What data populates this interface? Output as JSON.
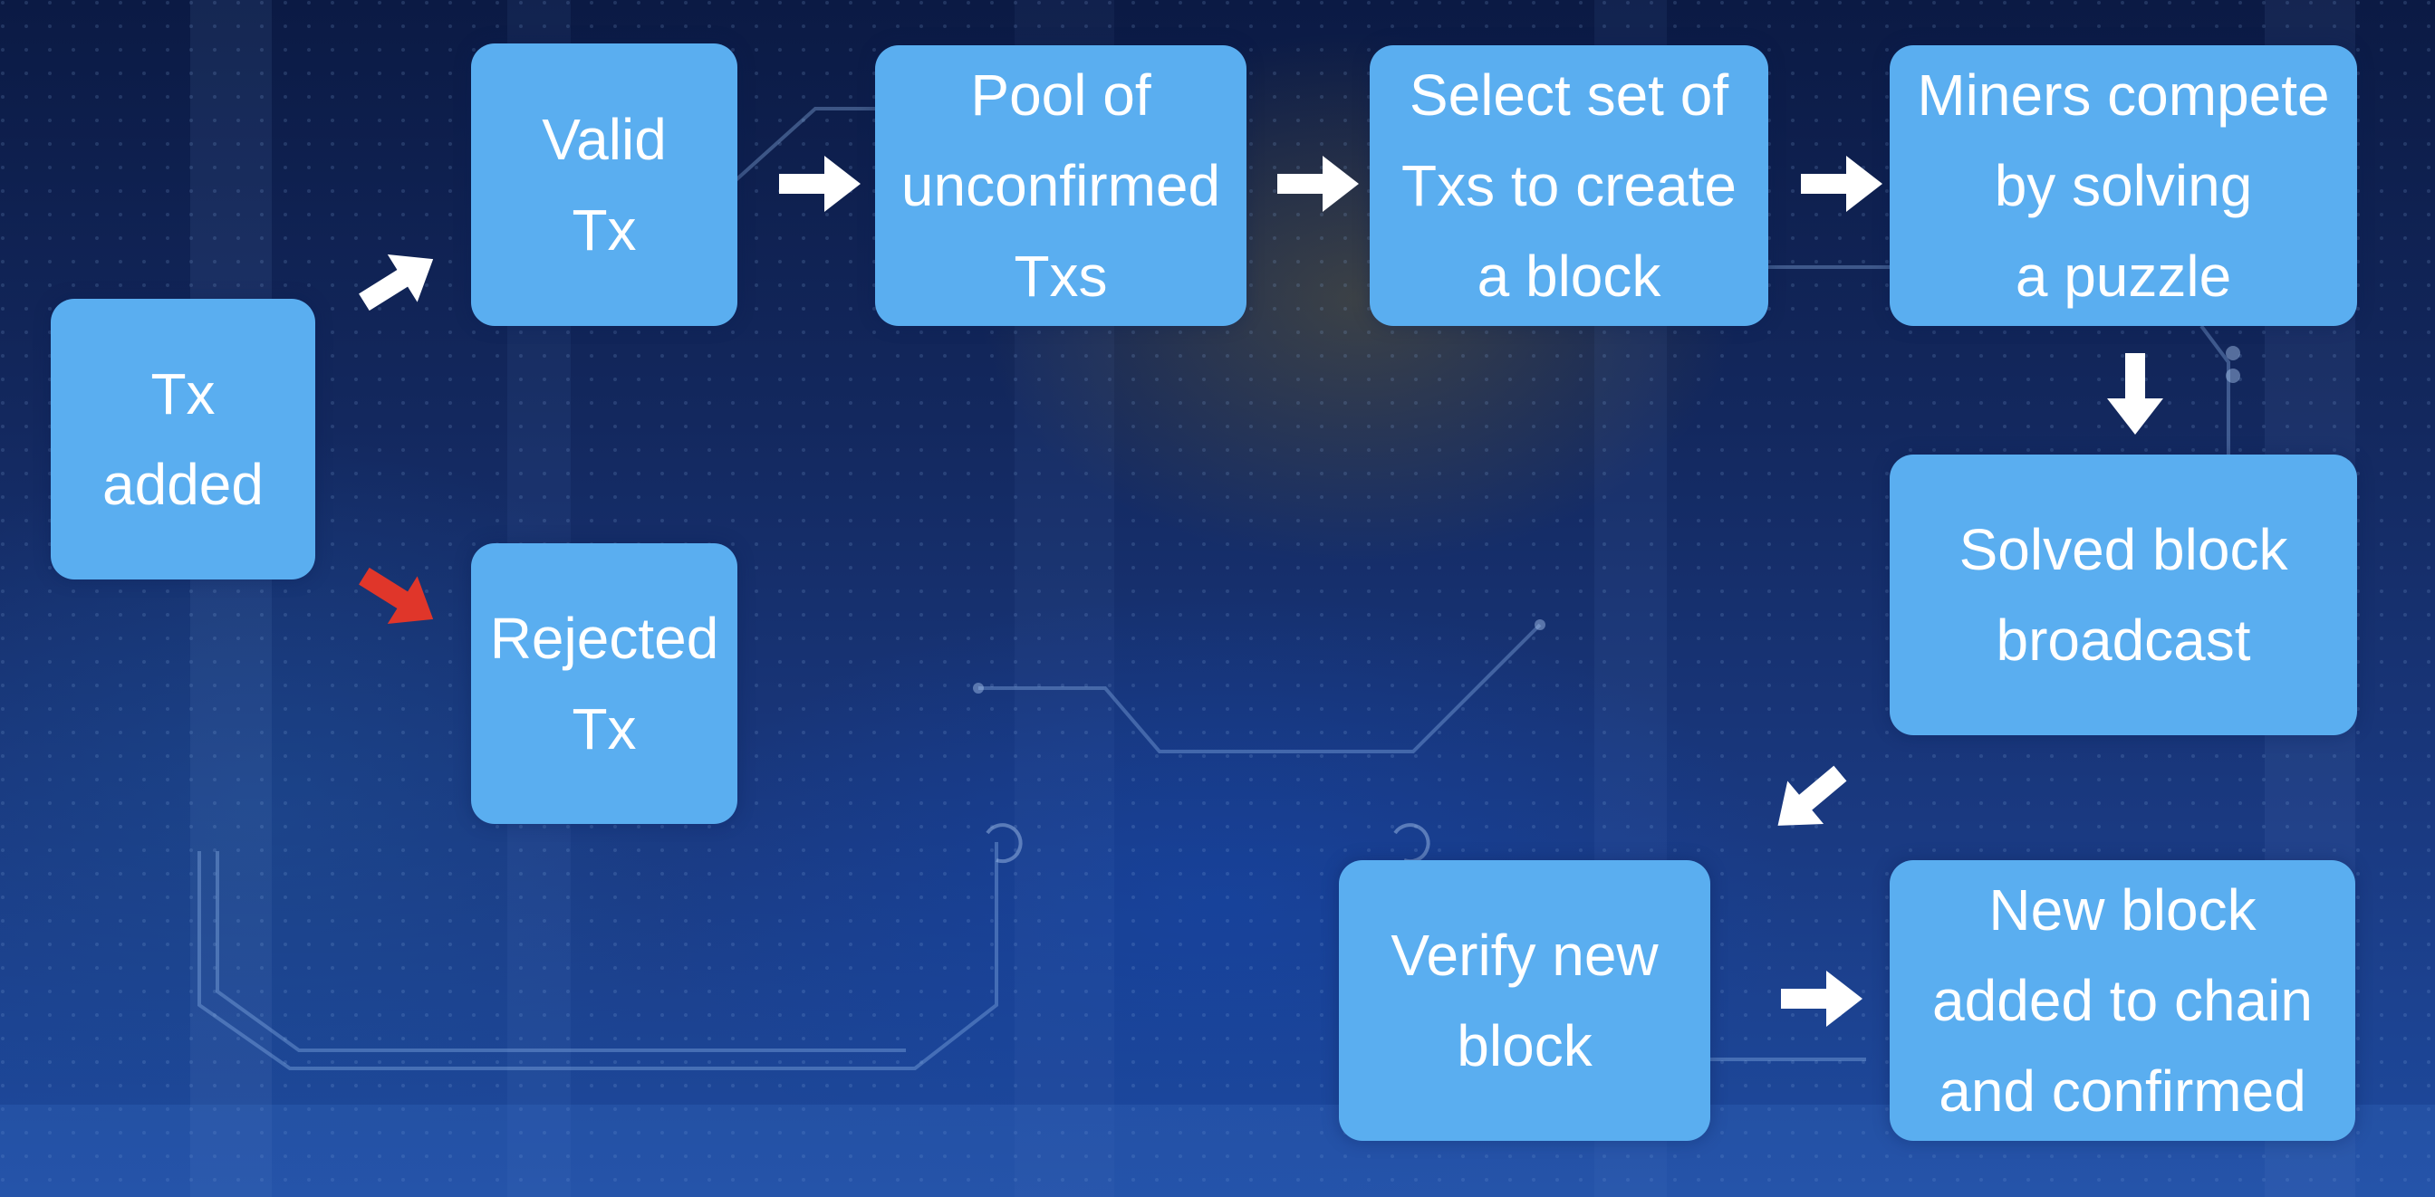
{
  "diagram": {
    "nodes": {
      "tx_added": "Tx\nadded",
      "valid_tx": "Valid\nTx",
      "rejected_tx": "Rejected\nTx",
      "pool": "Pool of\nunconfirmed\nTxs",
      "select_set": "Select set of\nTxs to create\na block",
      "miners_compete": "Miners compete\nby solving\na puzzle",
      "solved_broadcast": "Solved block\nbroadcast",
      "verify_block": "Verify new\nblock",
      "block_added": "New block\nadded  to chain\nand confirmed"
    },
    "colors": {
      "box_fill": "#5aaef0",
      "arrow_normal": "#ffffff",
      "arrow_rejected": "#e0362a",
      "text": "#ffffff"
    }
  }
}
